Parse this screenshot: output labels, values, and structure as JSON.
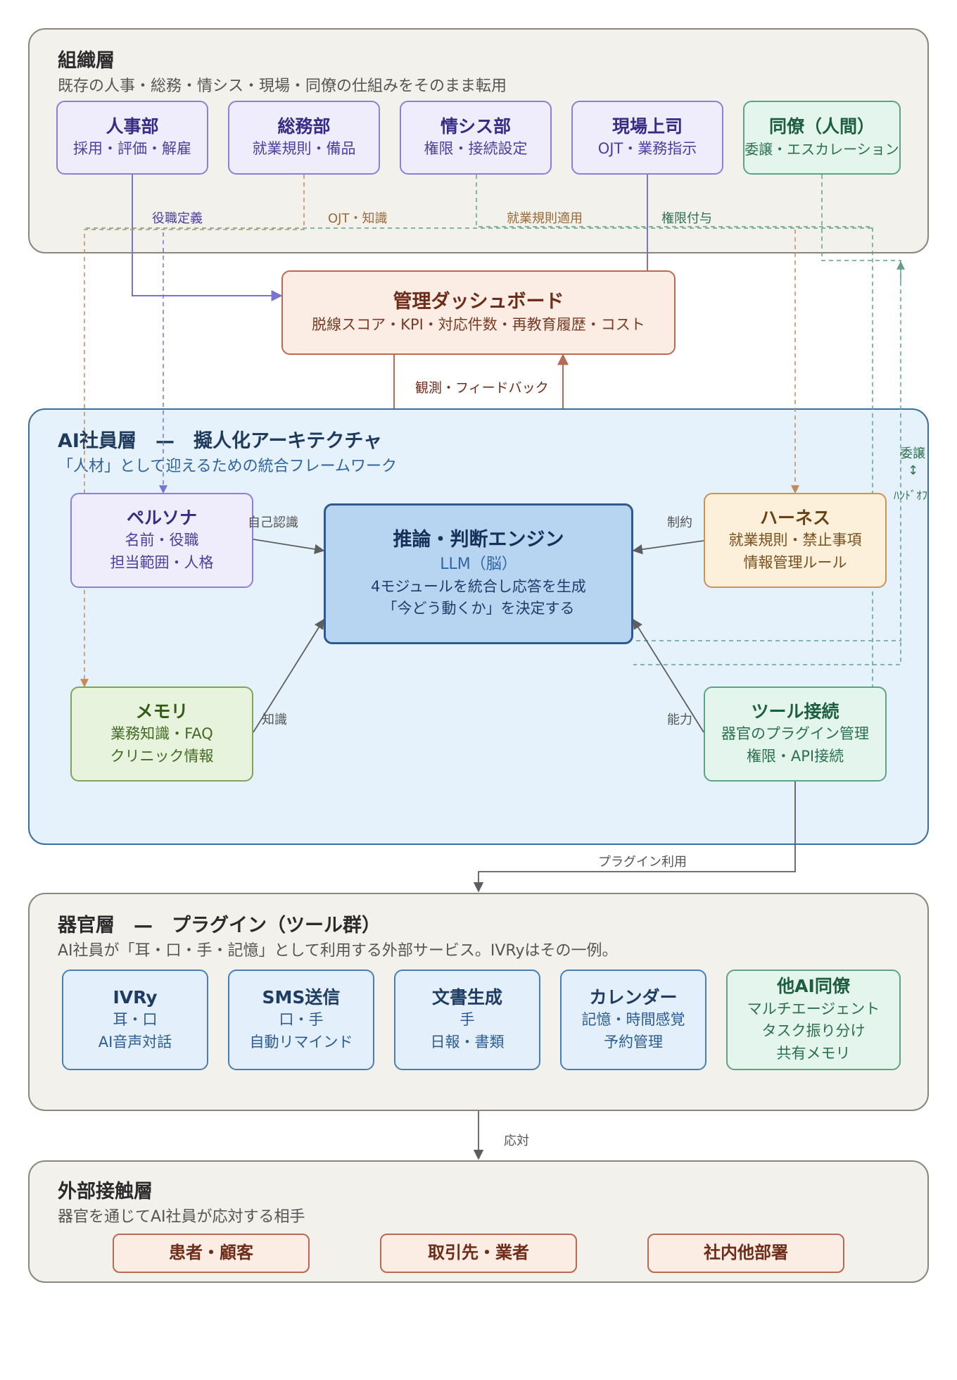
{
  "organization_layer": {
    "title": "組織層",
    "subtitle": "既存の人事・総務・情シス・現場・同僚の仕組みをそのまま転用",
    "boxes": [
      {
        "title": "人事部",
        "sub": "採用・評価・解雇"
      },
      {
        "title": "総務部",
        "sub": "就業規則・備品"
      },
      {
        "title": "情シス部",
        "sub": "権限・接続設定"
      },
      {
        "title": "現場上司",
        "sub": "OJT・業務指示"
      },
      {
        "title": "同僚（人間）",
        "sub": "委譲・エスカレーション"
      }
    ]
  },
  "dashboard": {
    "title": "管理ダッシュボード",
    "sub": "脱線スコア・KPI・対応件数・再教育履歴・コスト"
  },
  "ai_layer": {
    "title": "AI社員層　—　擬人化アーキテクチャ",
    "subtitle": "「人材」として迎えるための統合フレームワーク",
    "persona": {
      "title": "ペルソナ",
      "lines": [
        "名前・役職",
        "担当範囲・人格"
      ]
    },
    "harness": {
      "title": "ハーネス",
      "lines": [
        "就業規則・禁止事項",
        "情報管理ルール"
      ]
    },
    "memory": {
      "title": "メモリ",
      "lines": [
        "業務知識・FAQ",
        "クリニック情報"
      ]
    },
    "tools": {
      "title": "ツール接続",
      "lines": [
        "器官のプラグイン管理",
        "権限・API接続"
      ]
    },
    "engine": {
      "title": "推論・判断エンジン",
      "llm": "LLM（脳）",
      "lines": [
        "4モジュールを統合し応答を生成",
        "「今どう動くか」を決定する"
      ]
    }
  },
  "organ_layer": {
    "title": "器官層　—　プラグイン（ツール群）",
    "subtitle": "AI社員が「耳・口・手・記憶」として利用する外部サービス。IVRyはその一例。",
    "boxes": [
      {
        "title": "IVRy",
        "lines": [
          "耳・口",
          "AI音声対話"
        ]
      },
      {
        "title": "SMS送信",
        "lines": [
          "口・手",
          "自動リマインド"
        ]
      },
      {
        "title": "文書生成",
        "lines": [
          "手",
          "日報・書類"
        ]
      },
      {
        "title": "カレンダー",
        "lines": [
          "記憶・時間感覚",
          "予約管理"
        ]
      },
      {
        "title": "他AI同僚",
        "lines": [
          "マルチエージェント",
          "タスク振り分け",
          "共有メモリ"
        ]
      }
    ]
  },
  "external_layer": {
    "title": "外部接触層",
    "subtitle": "器官を通じてAI社員が応対する相手",
    "pills": [
      "患者・顧客",
      "取引先・業者",
      "社内他部署"
    ]
  },
  "connections": {
    "role_definition": "役職定義",
    "ojt_knowledge": "OJT・知識",
    "rules_applied": "就業規則適用",
    "permission_grant": "権限付与",
    "observe_feedback": "観測・フィードバック",
    "self_recognition": "自己認識",
    "constraint": "制約",
    "knowledge": "知識",
    "capability": "能力",
    "delegate": "委譲",
    "delegate_arrow": "↕",
    "handoff": "ﾊﾝﾄﾞｵﾌ",
    "plugin_use": "プラグイン利用",
    "response": "応対"
  },
  "colors": {
    "purple": "#7b73d1",
    "orange": "#c58a5a",
    "green": "#5fa384",
    "red": "#b96a52",
    "gray": "#5e5e5e"
  }
}
